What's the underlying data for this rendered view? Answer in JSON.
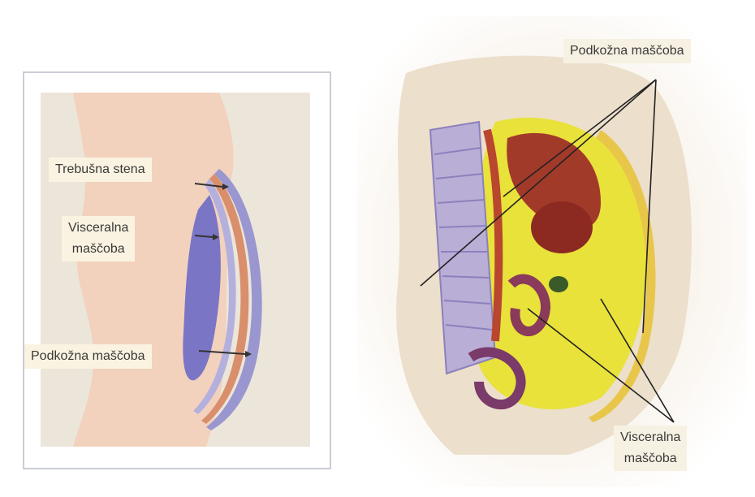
{
  "left_panel": {
    "labels": {
      "abdominal_wall": "Trebušna stena",
      "visceral_fat_line1": "Visceralna",
      "visceral_fat_line2": "maščoba",
      "subcutaneous_fat": "Podkožna maščoba"
    }
  },
  "right_panel": {
    "labels": {
      "subcutaneous_fat": "Podkožna maščoba",
      "visceral_fat_line1": "Visceralna",
      "visceral_fat_line2": "maščoba"
    }
  },
  "colors": {
    "skin": "#f2d2bd",
    "background_panel": "#ece6da",
    "visceral_fat": "#7b75c6",
    "subcutaneous_fat": "#9a96d0",
    "muscle_wall": "#d98f6c",
    "fat_yellow": "#e8e23a",
    "organ_red": "#a23a2a",
    "spine_purple": "#9b8fc4"
  }
}
